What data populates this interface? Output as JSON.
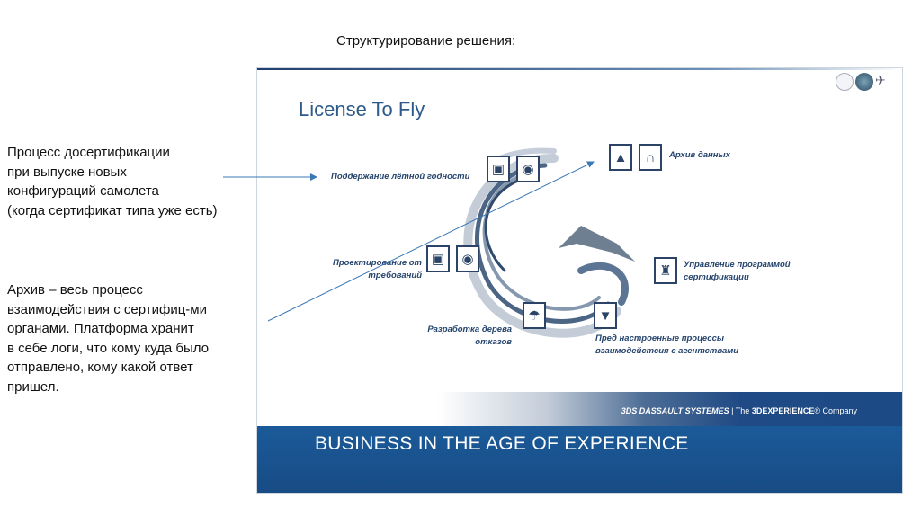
{
  "heading": "Структурирование решения:",
  "notes": {
    "note1": [
      "Процесс досертификации",
      "при выпуске новых",
      "конфигураций самолета",
      "(когда сертификат типа уже есть)"
    ],
    "note2": [
      "Архив – весь процесс",
      "взаимодействия с сертифиц-ми",
      "органами. Платформа хранит",
      "в себе логи, что кому куда было",
      "отправлено, кому какой ответ",
      "пришел."
    ]
  },
  "slide": {
    "title": "License To Fly",
    "labels": {
      "airworthiness": "Поддержание лётной годности",
      "archive": "Архив данных",
      "design": [
        "Проектирование от",
        "требований"
      ],
      "certification": [
        "Управление программой",
        "сертификации"
      ],
      "fault_tree": [
        "Разработка дерева",
        "отказов"
      ],
      "processes": [
        "Пред настроенные процессы",
        "взаимодейстсия с агентствами"
      ]
    },
    "brand": {
      "logo": "3DS DASSAULT SYSTEMES",
      "separator": "|",
      "prefix": "The ",
      "bold": "3DEXPERIENCE",
      "suffix": "® Company"
    },
    "footer": "BUSINESS IN THE AGE OF EXPERIENCE"
  },
  "colors": {
    "accent": "#25446e",
    "footer": "#1b5a99",
    "arrow": "#3a78b5"
  }
}
